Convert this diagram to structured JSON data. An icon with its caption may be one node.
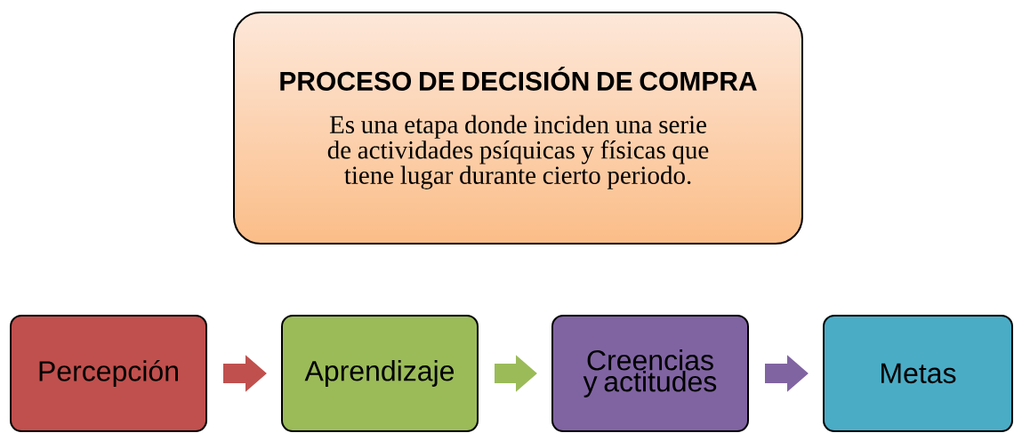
{
  "diagram": {
    "nodes": [
      {
        "text": [
          "PROCESO DE DECISIÓN DE COMPRA",
          "Es una etapa donde inciden una serie de actividades psíquicas y físicas que tiene lugar durante cierto periodo."
        ]
      },
      {
        "text": [
          "Percepción"
        ]
      },
      {
        "text": [
          "Aprendizaje"
        ]
      },
      {
        "text": [
          "Creencias y actitudes"
        ]
      },
      {
        "text": [
          "Metas"
        ]
      }
    ],
    "edges": [
      {
        "from": 1,
        "to": 2,
        "arrow": "to",
        "color": "#c0504d"
      },
      {
        "from": 2,
        "to": 3,
        "arrow": "to",
        "color": "#9bbb59"
      },
      {
        "from": 3,
        "to": 4,
        "arrow": "to",
        "color": "#8064a2"
      }
    ]
  }
}
